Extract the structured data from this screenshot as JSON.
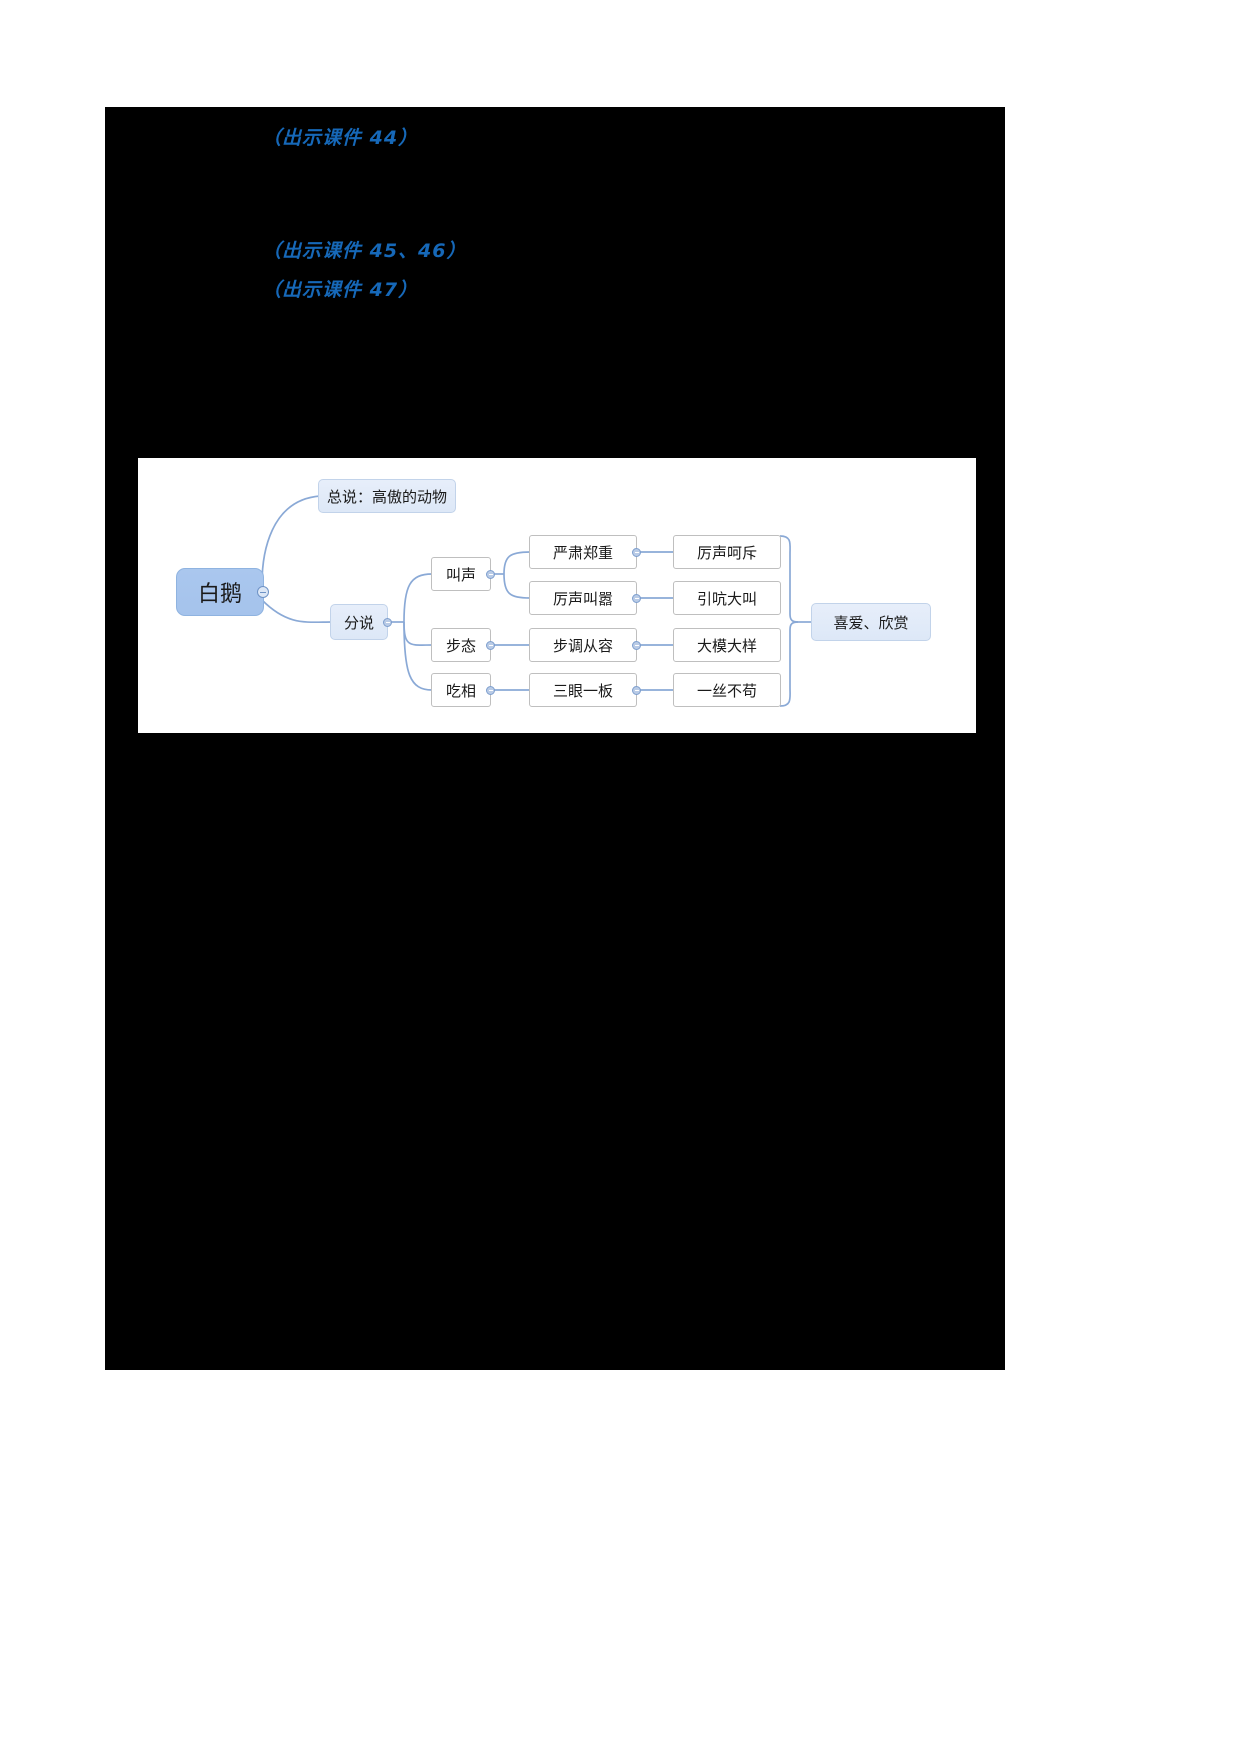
{
  "page": {
    "background": "#ffffff",
    "canvas_color": "#000000"
  },
  "cues": {
    "color": "#1668b8",
    "lines": [
      "（出示课件 44）",
      "（出示课件 45、46）",
      "（出示课件 47）"
    ]
  },
  "mindmap": {
    "background": "#ffffff",
    "link_color": "#8aa9d6",
    "root_fill": "#a8c5ee",
    "branch_fill": "#e2ebf8",
    "plain_fill": "#ffffff",
    "plain_border": "#bfbfbf",
    "nodes": {
      "root": "白鹅",
      "overall": "总说：高傲的动物",
      "detail": "分说",
      "aspects": [
        "叫声",
        "步态",
        "吃相"
      ],
      "level3": [
        "严肃郑重",
        "厉声叫嚣",
        "步调从容",
        "三眼一板"
      ],
      "level4": [
        "厉声呵斥",
        "引吭大叫",
        "大模大样",
        "一丝不苟"
      ],
      "result": "喜爱、欣赏"
    }
  },
  "chart_data": {
    "type": "diagram",
    "subtype": "mind-map",
    "title": "白鹅 课文结构思维导图",
    "root": "白鹅",
    "children": [
      {
        "label": "总说：高傲的动物",
        "children": []
      },
      {
        "label": "分说",
        "children": [
          {
            "label": "叫声",
            "children": [
              {
                "label": "严肃郑重",
                "children": [
                  {
                    "label": "厉声呵斥"
                  }
                ]
              },
              {
                "label": "厉声叫嚣",
                "children": [
                  {
                    "label": "引吭大叫"
                  }
                ]
              }
            ]
          },
          {
            "label": "步态",
            "children": [
              {
                "label": "步调从容",
                "children": [
                  {
                    "label": "大模大样"
                  }
                ]
              }
            ]
          },
          {
            "label": "吃相",
            "children": [
              {
                "label": "三眼一板",
                "children": [
                  {
                    "label": "一丝不苟"
                  }
                ]
              }
            ]
          }
        ]
      }
    ],
    "summary_node": "喜爱、欣赏",
    "summary_sources": [
      "厉声呵斥",
      "引吭大叫",
      "大模大样",
      "一丝不苟"
    ]
  }
}
